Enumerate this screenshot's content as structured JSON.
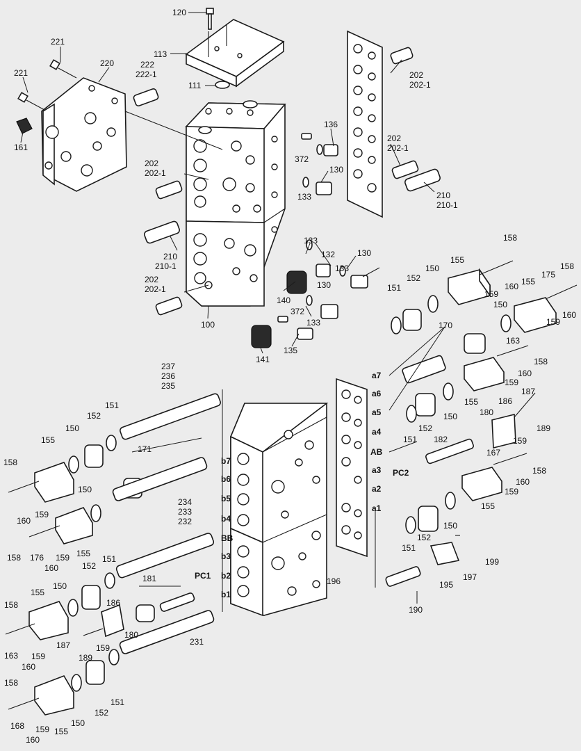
{
  "diagram": {
    "callouts": [
      {
        "id": "c120",
        "text": "120"
      },
      {
        "id": "c113",
        "text": "113"
      },
      {
        "id": "c111",
        "text": "111"
      },
      {
        "id": "c221a",
        "text": "221"
      },
      {
        "id": "c221b",
        "text": "221"
      },
      {
        "id": "c220",
        "text": "220"
      },
      {
        "id": "c222",
        "text": "222"
      },
      {
        "id": "c222_1",
        "text": "222-1"
      },
      {
        "id": "c161",
        "text": "161"
      },
      {
        "id": "c202a",
        "text": "202"
      },
      {
        "id": "c202_1a",
        "text": "202-1"
      },
      {
        "id": "c202b",
        "text": "202"
      },
      {
        "id": "c202_1b",
        "text": "202-1"
      },
      {
        "id": "c202c",
        "text": "202"
      },
      {
        "id": "c202_1c",
        "text": "202-1"
      },
      {
        "id": "c202d",
        "text": "202"
      },
      {
        "id": "c202_1d",
        "text": "202-1"
      },
      {
        "id": "c210a",
        "text": "210"
      },
      {
        "id": "c210_1a",
        "text": "210-1"
      },
      {
        "id": "c210b",
        "text": "210"
      },
      {
        "id": "c210_1b",
        "text": "210-1"
      },
      {
        "id": "c136",
        "text": "136"
      },
      {
        "id": "c372a",
        "text": "372"
      },
      {
        "id": "c130a",
        "text": "130"
      },
      {
        "id": "c133a",
        "text": "133"
      },
      {
        "id": "c133b",
        "text": "133"
      },
      {
        "id": "c132",
        "text": "132"
      },
      {
        "id": "c130b",
        "text": "130"
      },
      {
        "id": "c133c",
        "text": "133"
      },
      {
        "id": "c130c",
        "text": "130"
      },
      {
        "id": "c140",
        "text": "140"
      },
      {
        "id": "c372b",
        "text": "372"
      },
      {
        "id": "c133d",
        "text": "133"
      },
      {
        "id": "c135",
        "text": "135"
      },
      {
        "id": "c141",
        "text": "141"
      },
      {
        "id": "c100",
        "text": "100"
      },
      {
        "id": "c158a",
        "text": "158"
      },
      {
        "id": "c158b",
        "text": "158"
      },
      {
        "id": "c155a",
        "text": "155"
      },
      {
        "id": "c150a",
        "text": "150"
      },
      {
        "id": "c160a",
        "text": "160"
      },
      {
        "id": "c159a",
        "text": "159"
      },
      {
        "id": "c175",
        "text": "175"
      },
      {
        "id": "c155b",
        "text": "155"
      },
      {
        "id": "c150b",
        "text": "150"
      },
      {
        "id": "c160b",
        "text": "160"
      },
      {
        "id": "c159b",
        "text": "159"
      },
      {
        "id": "c151a",
        "text": "151"
      },
      {
        "id": "c152a",
        "text": "152"
      },
      {
        "id": "c170",
        "text": "170"
      },
      {
        "id": "c163a",
        "text": "163"
      },
      {
        "id": "c158c",
        "text": "158"
      },
      {
        "id": "c160c",
        "text": "160"
      },
      {
        "id": "c159c",
        "text": "159"
      },
      {
        "id": "c155c",
        "text": "155"
      },
      {
        "id": "c150c",
        "text": "150"
      },
      {
        "id": "c151b",
        "text": "151"
      },
      {
        "id": "c152b",
        "text": "152"
      },
      {
        "id": "c186a",
        "text": "186"
      },
      {
        "id": "c187a",
        "text": "187"
      },
      {
        "id": "c180a",
        "text": "180"
      },
      {
        "id": "c189a",
        "text": "189"
      },
      {
        "id": "c159d",
        "text": "159"
      },
      {
        "id": "c167",
        "text": "167"
      },
      {
        "id": "c182",
        "text": "182"
      },
      {
        "id": "c158d",
        "text": "158"
      },
      {
        "id": "c160d",
        "text": "160"
      },
      {
        "id": "c159e",
        "text": "159"
      },
      {
        "id": "c155d",
        "text": "155"
      },
      {
        "id": "c150d",
        "text": "150"
      },
      {
        "id": "c151c",
        "text": "151"
      },
      {
        "id": "c152c",
        "text": "152"
      },
      {
        "id": "c199",
        "text": "199"
      },
      {
        "id": "c197",
        "text": "197"
      },
      {
        "id": "c195",
        "text": "195"
      },
      {
        "id": "c190",
        "text": "190"
      },
      {
        "id": "c237",
        "text": "237"
      },
      {
        "id": "c236",
        "text": "236"
      },
      {
        "id": "c235",
        "text": "235"
      },
      {
        "id": "c151d",
        "text": "151"
      },
      {
        "id": "c152d",
        "text": "152"
      },
      {
        "id": "c150e",
        "text": "150"
      },
      {
        "id": "c155e",
        "text": "155"
      },
      {
        "id": "c171",
        "text": "171"
      },
      {
        "id": "c158e",
        "text": "158"
      },
      {
        "id": "c160e",
        "text": "160"
      },
      {
        "id": "c159f",
        "text": "159"
      },
      {
        "id": "c150f",
        "text": "150"
      },
      {
        "id": "c158f",
        "text": "158"
      },
      {
        "id": "c176",
        "text": "176"
      },
      {
        "id": "c159g",
        "text": "159"
      },
      {
        "id": "c155f",
        "text": "155"
      },
      {
        "id": "c160f",
        "text": "160"
      },
      {
        "id": "c234",
        "text": "234"
      },
      {
        "id": "c233",
        "text": "233"
      },
      {
        "id": "c232",
        "text": "232"
      },
      {
        "id": "c151e",
        "text": "151"
      },
      {
        "id": "c152e",
        "text": "152"
      },
      {
        "id": "c181",
        "text": "181"
      },
      {
        "id": "c150g",
        "text": "150"
      },
      {
        "id": "c155g",
        "text": "155"
      },
      {
        "id": "c186b",
        "text": "186"
      },
      {
        "id": "c158g",
        "text": "158"
      },
      {
        "id": "c187b",
        "text": "187"
      },
      {
        "id": "c163b",
        "text": "163"
      },
      {
        "id": "c159h",
        "text": "159"
      },
      {
        "id": "c160g",
        "text": "160"
      },
      {
        "id": "c189b",
        "text": "189"
      },
      {
        "id": "c159i",
        "text": "159"
      },
      {
        "id": "c180b",
        "text": "180"
      },
      {
        "id": "c231",
        "text": "231"
      },
      {
        "id": "c196",
        "text": "196"
      },
      {
        "id": "c158h",
        "text": "158"
      },
      {
        "id": "c168",
        "text": "168"
      },
      {
        "id": "c160h",
        "text": "160"
      },
      {
        "id": "c159j",
        "text": "159"
      },
      {
        "id": "c155h",
        "text": "155"
      },
      {
        "id": "c150h",
        "text": "150"
      },
      {
        "id": "c152f",
        "text": "152"
      },
      {
        "id": "c151f",
        "text": "151"
      }
    ],
    "port_labels": [
      {
        "id": "pa7",
        "text": "a7"
      },
      {
        "id": "pa6",
        "text": "a6"
      },
      {
        "id": "pa5",
        "text": "a5"
      },
      {
        "id": "pa4",
        "text": "a4"
      },
      {
        "id": "pAB",
        "text": "AB"
      },
      {
        "id": "pa3",
        "text": "a3"
      },
      {
        "id": "pPC2",
        "text": "PC2"
      },
      {
        "id": "pa2",
        "text": "a2"
      },
      {
        "id": "pa1",
        "text": "a1"
      },
      {
        "id": "pb7",
        "text": "b7"
      },
      {
        "id": "pb6",
        "text": "b6"
      },
      {
        "id": "pb5",
        "text": "b5"
      },
      {
        "id": "pb4",
        "text": "b4"
      },
      {
        "id": "pBB",
        "text": "BB"
      },
      {
        "id": "pb3",
        "text": "b3"
      },
      {
        "id": "pPC1",
        "text": "PC1"
      },
      {
        "id": "pb2",
        "text": "b2"
      },
      {
        "id": "pb1",
        "text": "b1"
      }
    ],
    "colors": {
      "background": "#ececec",
      "line": "#1b1b1b",
      "part_fill": "#ffffff"
    }
  }
}
